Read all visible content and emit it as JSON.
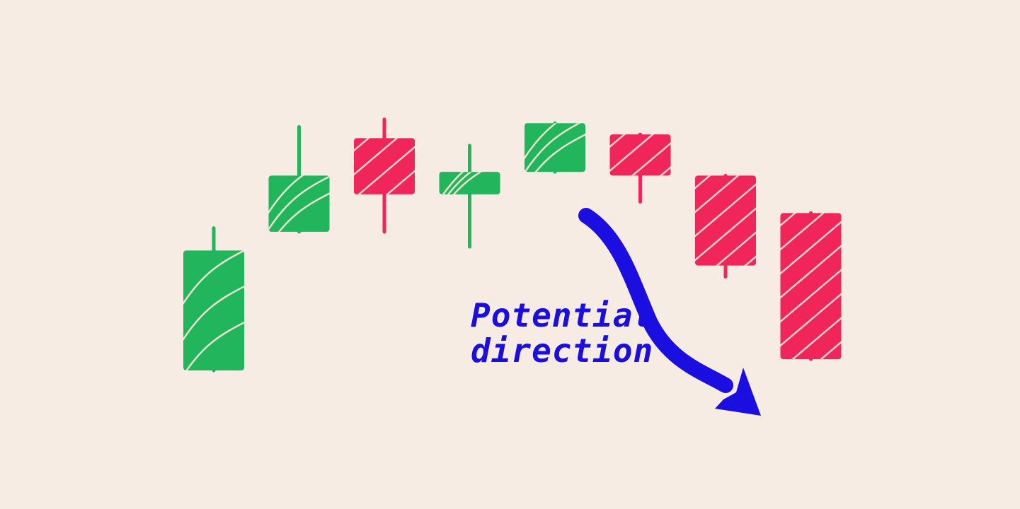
{
  "colors": {
    "background": "#f6ece3",
    "bullish": "#21b55c",
    "bearish": "#f0265a",
    "stripe": "#ffe6dc",
    "arrow": "#1a0fe0"
  },
  "chart_data": {
    "type": "candlestick",
    "title": "",
    "xlabel": "",
    "ylabel": "",
    "axes_visible": false,
    "grid": false,
    "ylim": [
      0,
      100
    ],
    "candles": [
      {
        "direction": "up",
        "open": 20,
        "close": 52,
        "high": 58,
        "low": 20
      },
      {
        "direction": "up",
        "open": 57,
        "close": 72,
        "high": 85,
        "low": 57
      },
      {
        "direction": "down",
        "open": 82,
        "close": 67,
        "high": 87,
        "low": 57
      },
      {
        "direction": "up",
        "open": 67,
        "close": 73,
        "high": 80,
        "low": 53
      },
      {
        "direction": "up",
        "open": 73,
        "close": 86,
        "high": 86,
        "low": 73
      },
      {
        "direction": "down",
        "open": 83,
        "close": 72,
        "high": 83,
        "low": 65
      },
      {
        "direction": "down",
        "open": 72,
        "close": 48,
        "high": 72,
        "low": 45
      },
      {
        "direction": "down",
        "open": 62,
        "close": 23,
        "high": 62,
        "low": 23
      }
    ],
    "annotation": {
      "lines": [
        "Potential",
        "direction"
      ],
      "arrow": "down-right"
    }
  }
}
